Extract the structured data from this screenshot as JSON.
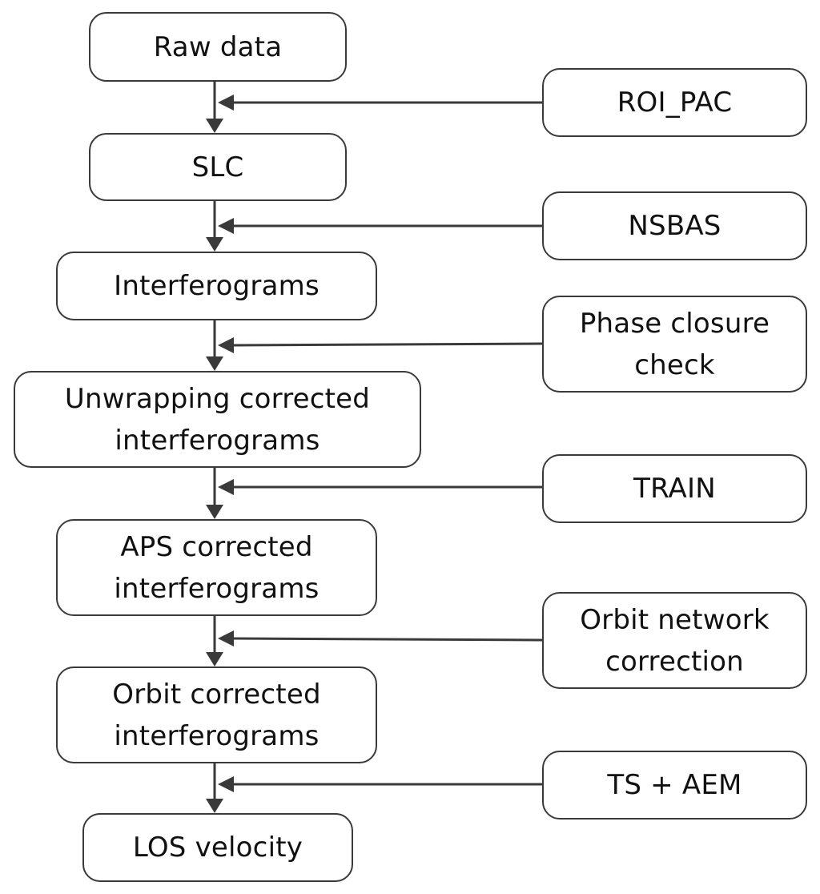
{
  "main_steps": [
    "Raw data",
    "SLC",
    "Interferograms",
    "Unwrapping corrected\ninterferograms",
    "APS corrected\ninterferograms",
    "Orbit corrected\ninterferograms",
    "LOS velocity"
  ],
  "processing_steps": [
    "ROI_PAC",
    "NSBAS",
    "Phase closure\ncheck",
    "TRAIN",
    "Orbit network\ncorrection",
    "TS + AEM"
  ],
  "colors": {
    "stroke": "#3a3a3a",
    "text": "#111111",
    "background": "#ffffff"
  }
}
